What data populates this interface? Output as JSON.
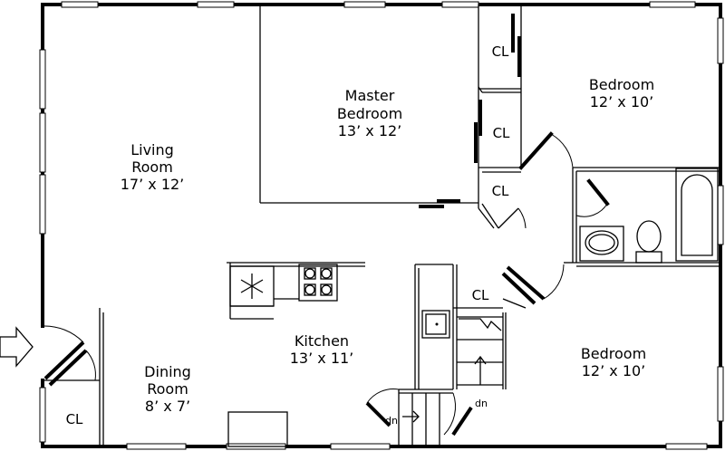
{
  "rooms": {
    "living_room": {
      "name_line1": "Living",
      "name_line2": "Room",
      "size": "17’ x 12’"
    },
    "master_bedroom": {
      "name_line1": "Master",
      "name_line2": "Bedroom",
      "size": "13’ x 12’"
    },
    "bedroom_upper": {
      "name": "Bedroom",
      "size": "12’ x 10’"
    },
    "bedroom_lower": {
      "name": "Bedroom",
      "size": "12’ x 10’"
    },
    "kitchen": {
      "name": "Kitchen",
      "size": "13’ x 11’"
    },
    "dining_room": {
      "name_line1": "Dining",
      "name_line2": "Room",
      "size": "8’ x 7’"
    }
  },
  "closets": {
    "master_closet_1": "CL",
    "master_closet_2": "CL",
    "master_closet_3": "CL",
    "stair_closet": "CL",
    "entry_closet": "CL"
  },
  "stairs": {
    "down_label_left": "dn",
    "down_label_right": "dn"
  },
  "icons": [
    "entry-arrow-icon",
    "stove-icon",
    "freezer-icon",
    "sink-icon",
    "toilet-icon",
    "bathtub-icon",
    "bathroom-sink-icon"
  ]
}
